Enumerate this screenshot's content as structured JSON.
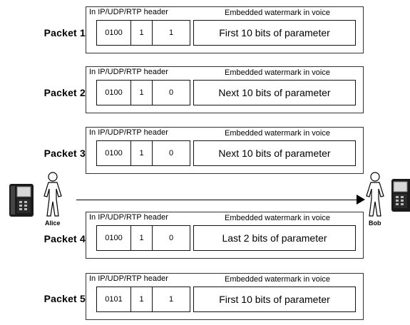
{
  "packets": [
    {
      "label": "Packet 1",
      "header_title": "In IP/UDP/RTP header",
      "watermark_title": "Embedded watermark in voice",
      "field1": "0100",
      "field2": "1",
      "field3": "1",
      "payload": "First 10 bits of parameter"
    },
    {
      "label": "Packet 2",
      "header_title": "In IP/UDP/RTP header",
      "watermark_title": "Embedded watermark in voice",
      "field1": "0100",
      "field2": "1",
      "field3": "0",
      "payload": "Next 10 bits of parameter"
    },
    {
      "label": "Packet 3",
      "header_title": "In IP/UDP/RTP header",
      "watermark_title": "Embedded watermark in voice",
      "field1": "0100",
      "field2": "1",
      "field3": "0",
      "payload": "Next 10 bits of parameter"
    },
    {
      "label": "Packet 4",
      "header_title": "In IP/UDP/RTP header",
      "watermark_title": "Embedded watermark in voice",
      "field1": "0100",
      "field2": "1",
      "field3": "0",
      "payload": "Last 2 bits of parameter"
    },
    {
      "label": "Packet 5",
      "header_title": "In IP/UDP/RTP header",
      "watermark_title": "Embedded watermark in voice",
      "field1": "0101",
      "field2": "1",
      "field3": "1",
      "payload": "First 10 bits of parameter"
    }
  ],
  "sender": {
    "name": "Alice",
    "icon": "person-icon",
    "device_icon": "phone-icon"
  },
  "receiver": {
    "name": "Bob",
    "icon": "person-icon",
    "device_icon": "phone-icon"
  },
  "flow": {
    "icon": "arrow-right-icon"
  }
}
